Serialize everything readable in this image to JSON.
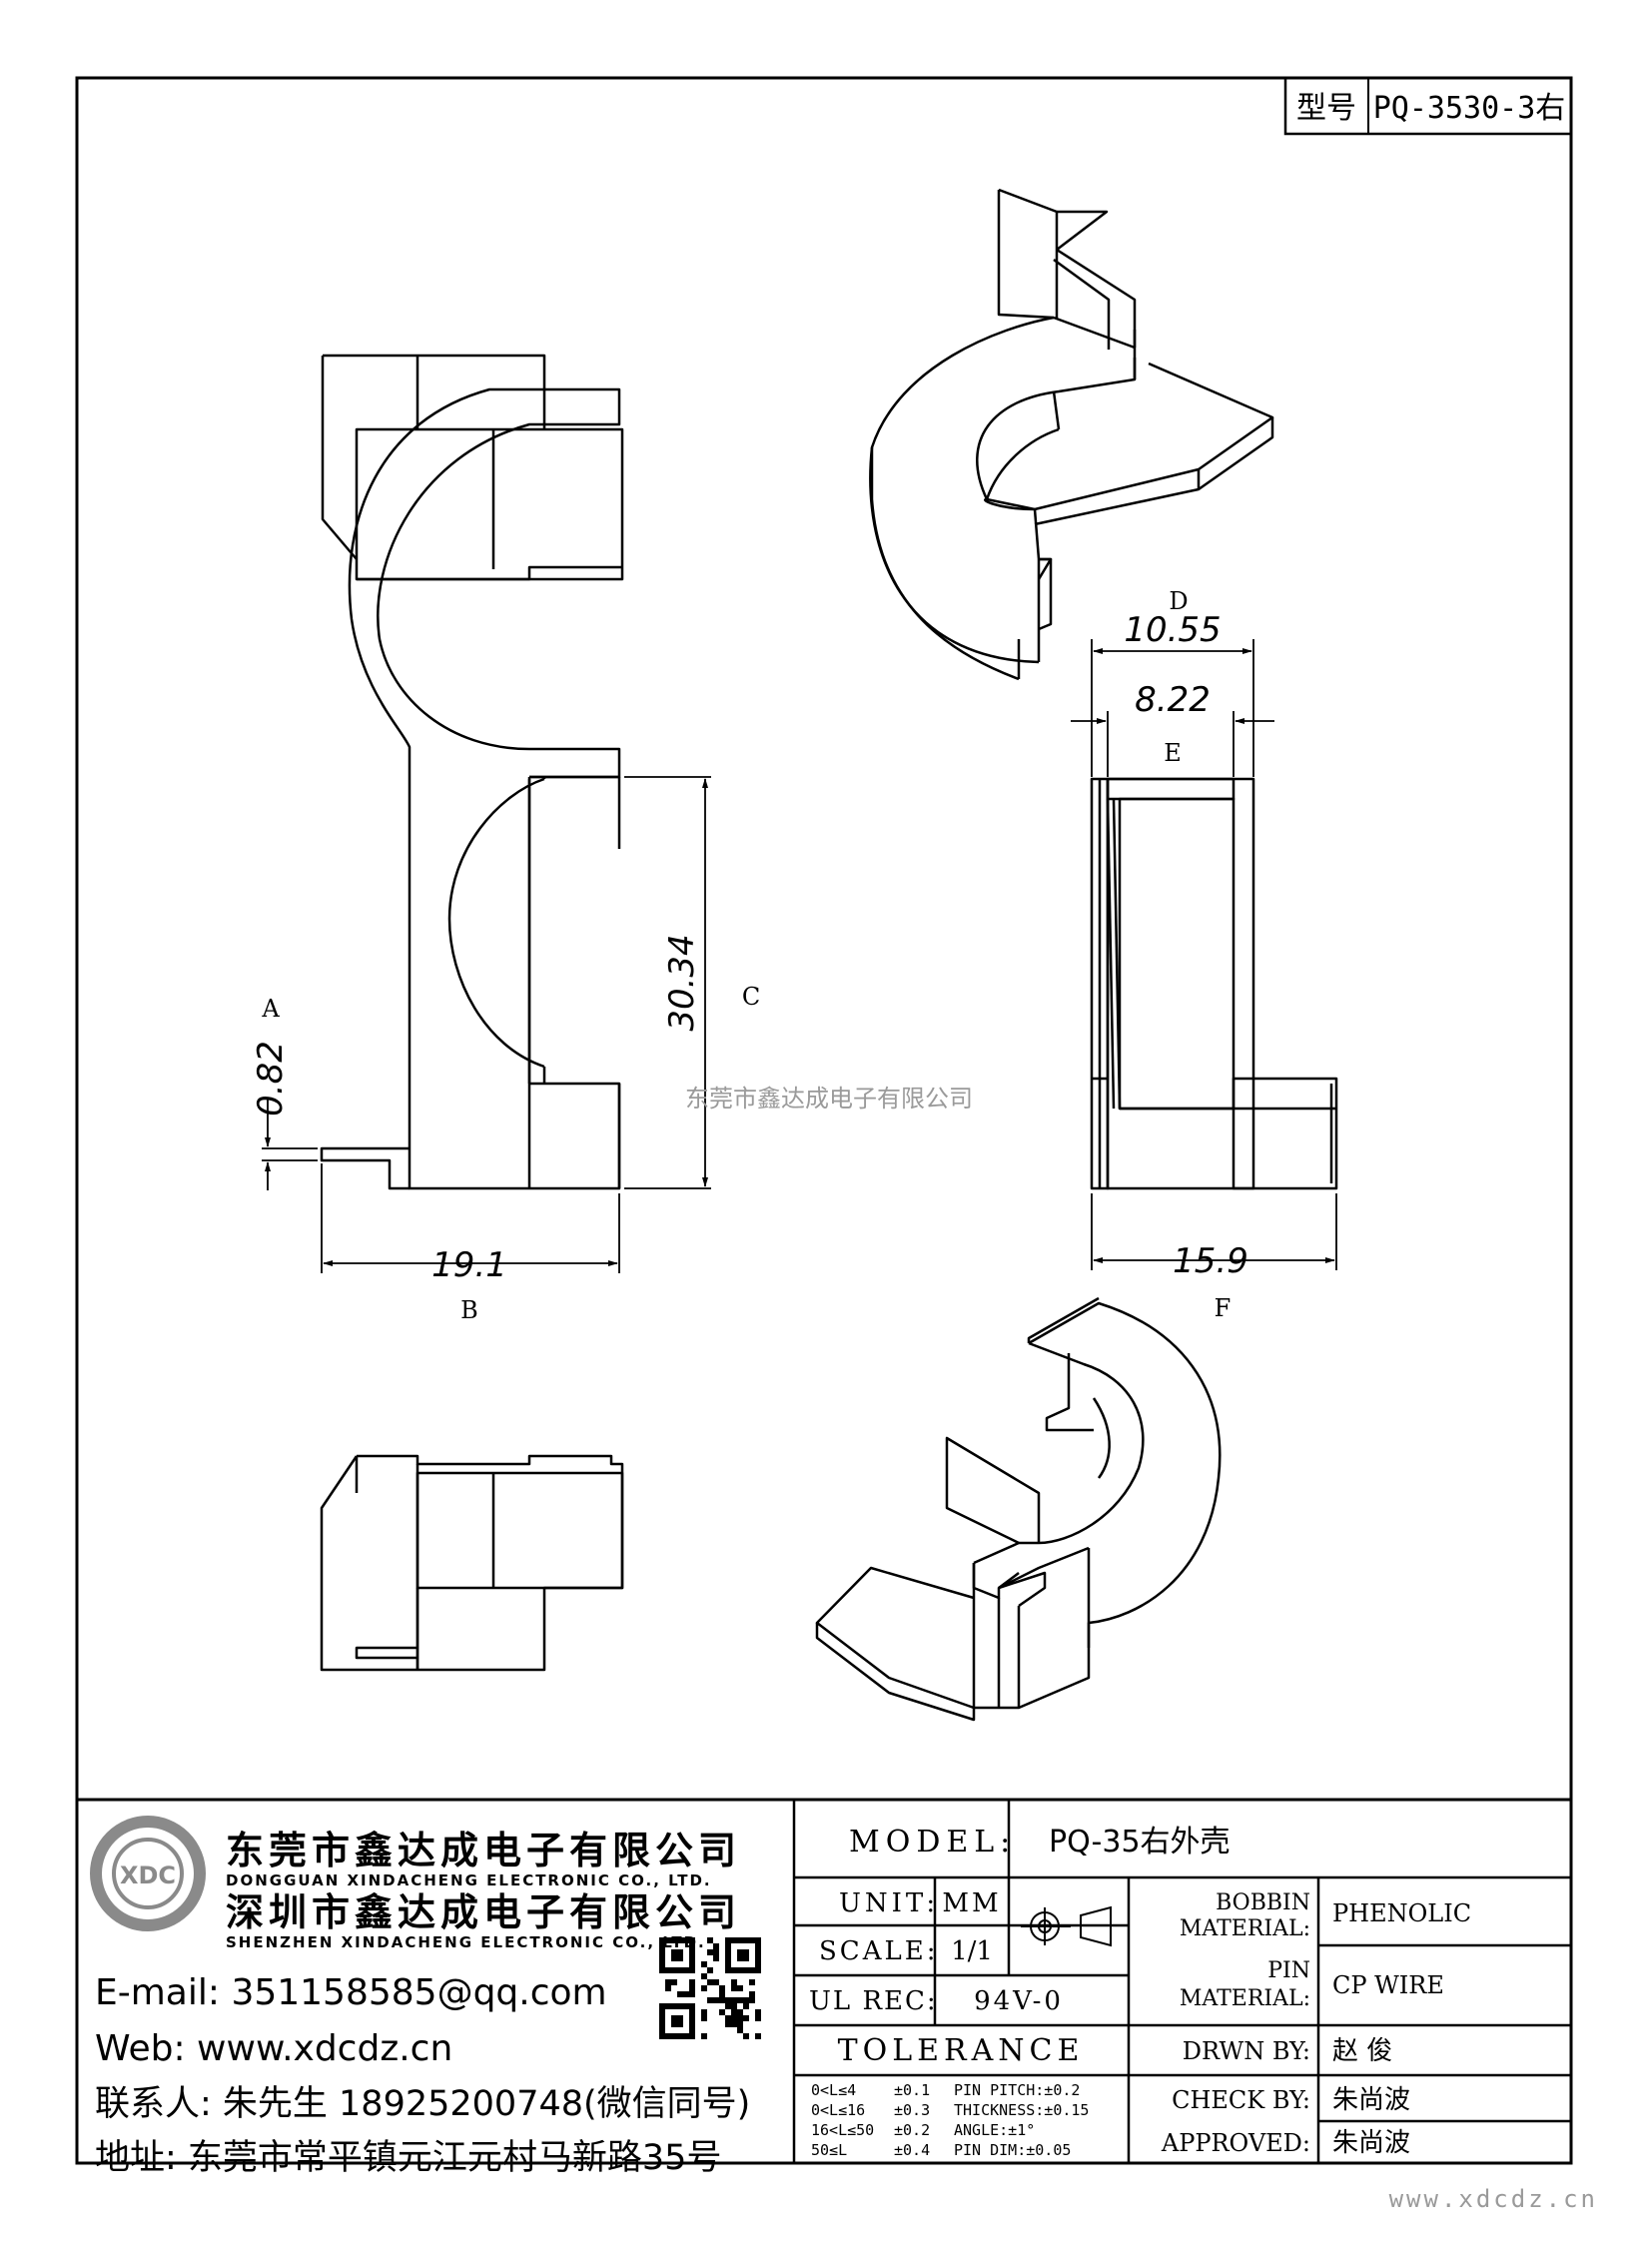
{
  "model_box": {
    "label": "型号",
    "value": "PQ-3530-3右"
  },
  "dimensions": {
    "d1055": "10.55",
    "d822": "8.22",
    "d3034": "30.34",
    "d082": "0.82",
    "d191": "19.1",
    "d159": "15.9"
  },
  "view_labels": {
    "a": "A",
    "b": "B",
    "c": "C",
    "d": "D",
    "e": "E",
    "f": "F"
  },
  "watermark": "东莞市鑫达成电子有限公司",
  "company": {
    "name_dg": "东莞市鑫达成电子有限公司",
    "name_dg_en": "DONGGUAN XINDACHENG ELECTRONIC CO., LTD.",
    "name_sz": "深圳市鑫达成电子有限公司",
    "name_sz_en": "SHENZHEN XINDACHENG ELECTRONIC CO., LTD.",
    "logo_text": "XDC",
    "email": "E-mail: 351158585@qq.com",
    "web": "Web: www.xdcdz.cn",
    "contact": "联系人: 朱先生 18925200748(微信同号)",
    "address": "地址: 东莞市常平镇元江元村马新路35号"
  },
  "title_block": {
    "model_label": "MODEL:",
    "model_value": "PQ-35右外壳",
    "unit_label": "UNIT:",
    "unit_value": "MM",
    "scale_label": "SCALE:",
    "scale_value": "1/1",
    "ul_label": "UL REC:",
    "ul_value": "94V-0",
    "tolerance_label": "TOLERANCE",
    "tolerances": [
      {
        "range": "0<L≤4",
        "tol": "±0.1",
        "note": "PIN PITCH:±0.2"
      },
      {
        "range": "0<L≤16",
        "tol": "±0.3",
        "note": "THICKNESS:±0.15"
      },
      {
        "range": "16<L≤50",
        "tol": "±0.2",
        "note": "ANGLE:±1°"
      },
      {
        "range": "50≤L",
        "tol": "±0.4",
        "note": "PIN DIM:±0.05"
      }
    ],
    "bobbin_label_1": "BOBBIN",
    "bobbin_label_2": "MATERIAL:",
    "bobbin_value": "PHENOLIC",
    "pin_label_1": "PIN",
    "pin_label_2": "MATERIAL:",
    "pin_value": "CP WIRE",
    "drawn_label": "DRWN BY:",
    "drawn_value": "赵 俊",
    "check_label": "CHECK BY:",
    "check_value": "朱尚波",
    "approved_label": "APPROVED:",
    "approved_value": "朱尚波"
  },
  "footer_url": "www.xdcdz.cn"
}
